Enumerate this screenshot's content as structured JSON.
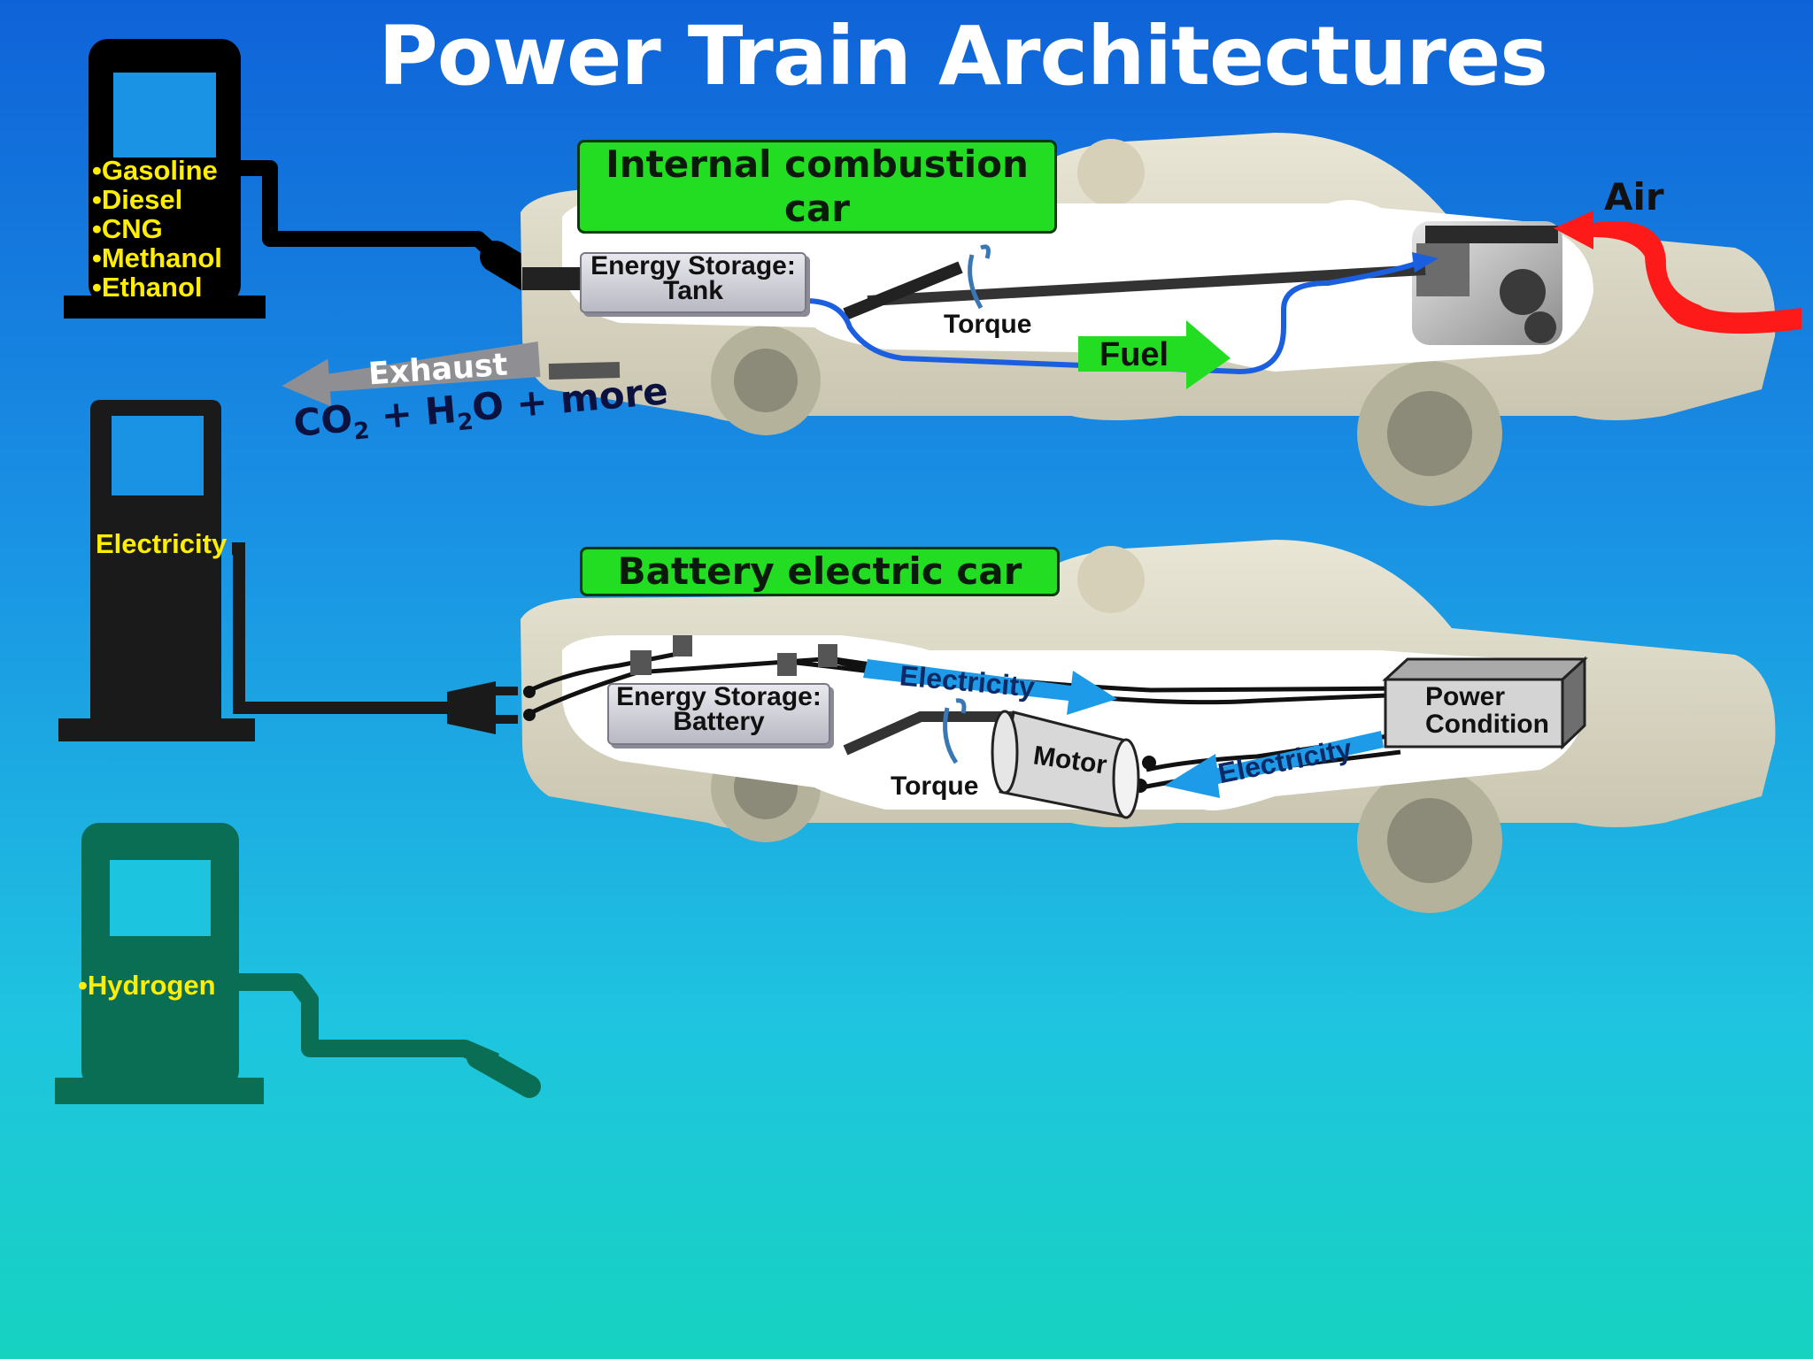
{
  "title": "Power Train Architectures",
  "pumps": {
    "fossil": {
      "items": [
        "•Gasoline",
        "•Diesel",
        "•CNG",
        "•Methanol",
        "•Ethanol"
      ]
    },
    "electric": {
      "label": "Electricity"
    },
    "hydrogen": {
      "label": "•Hydrogen"
    }
  },
  "ice_car": {
    "label": "Internal combustion car",
    "storage": {
      "line1": "Energy Storage:",
      "line2": "Tank"
    },
    "torque": "Torque",
    "fuel": "Fuel",
    "air": "Air",
    "exhaust": "Exhaust",
    "emission": {
      "co": "CO",
      "sub1": "2",
      "plus_h": " + H",
      "sub2": "2",
      "rest": "O + more"
    }
  },
  "bev_car": {
    "label": "Battery electric car",
    "storage": {
      "line1": "Energy Storage:",
      "line2": "Battery"
    },
    "torque": "Torque",
    "motor": "Motor",
    "power": {
      "line1": "Power",
      "line2": "Condition"
    },
    "electricity_top": "Electricity",
    "electricity_bottom": "Electricity"
  },
  "colors": {
    "pump_fossil": "#000000",
    "pump_electric": "#1a1a1a",
    "pump_hydrogen": "#0a6e55",
    "label_green": "#22dd22",
    "fuel_line": "#1a5fe0",
    "air_arrow": "#ff1a1a",
    "elec_arrow": "#1e9be8",
    "pump_text": "#ffee00"
  }
}
